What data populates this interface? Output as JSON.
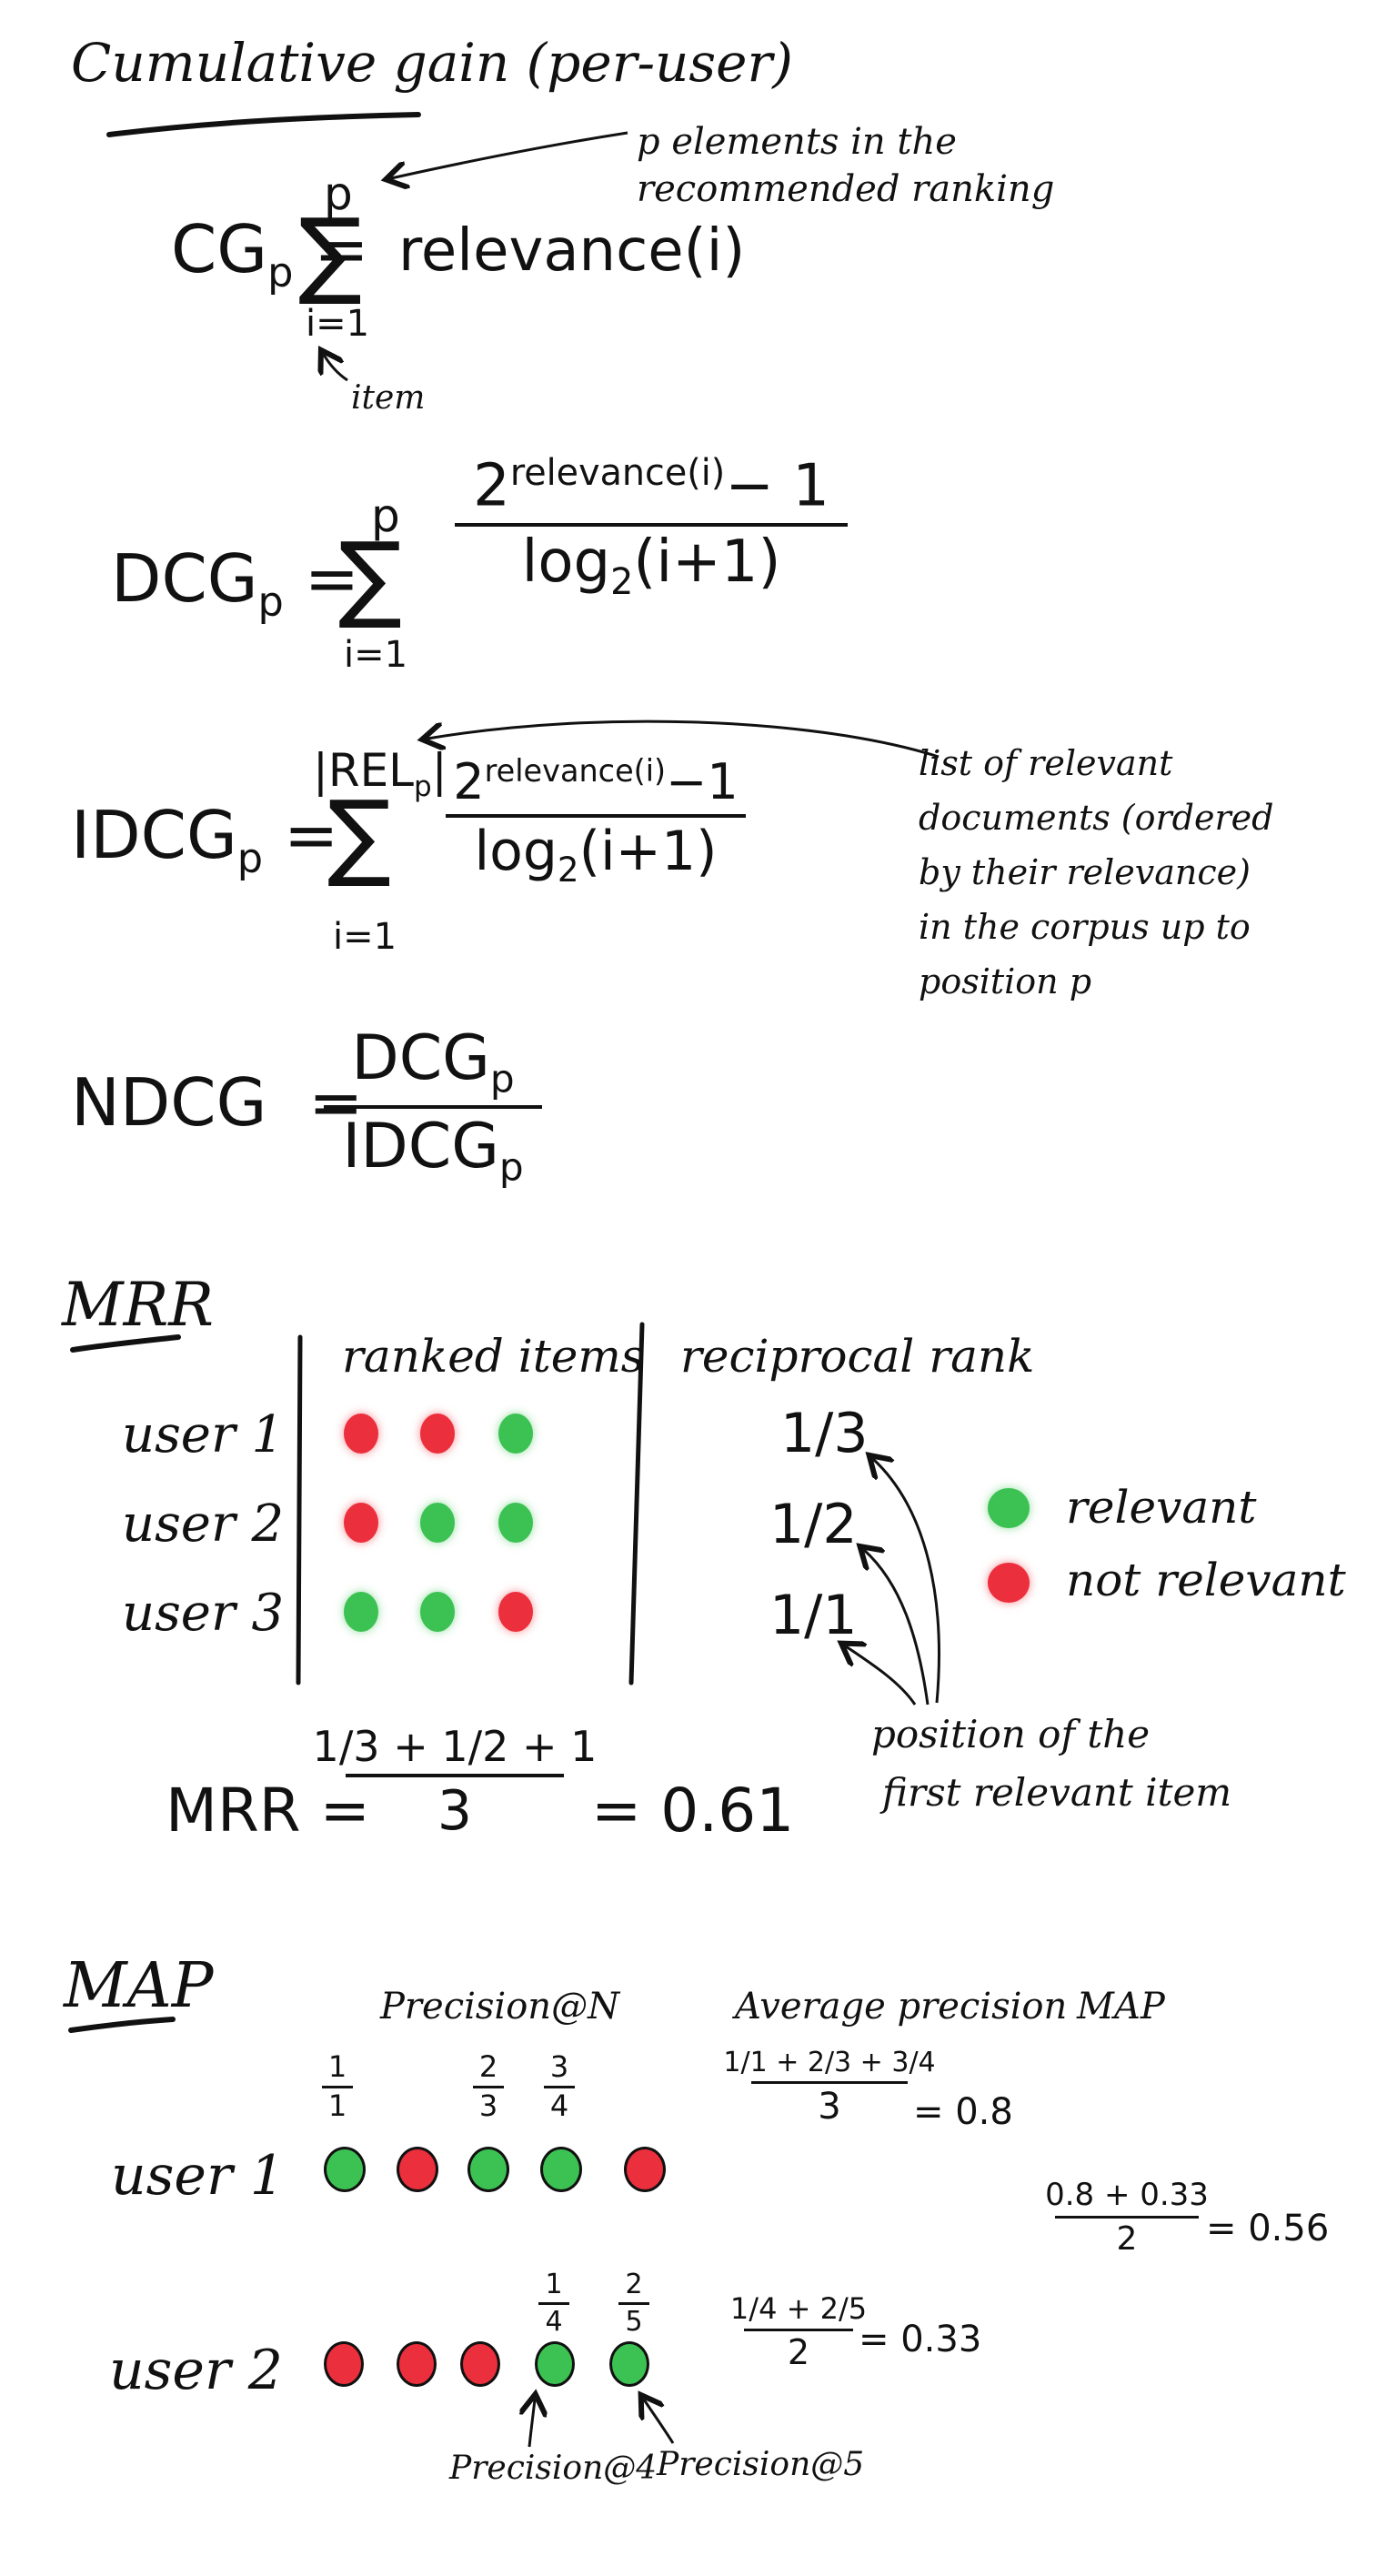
{
  "cg": {
    "title": "Cumulative gain (per-user)",
    "lhs": "CG",
    "lhs_sub": "p",
    "sum_top": "p",
    "sum_bottom": "i=1",
    "term": "relevance(i)",
    "note_p": "p elements in the recommended ranking",
    "note_item": "item"
  },
  "dcg": {
    "lhs": "DCG",
    "lhs_sub": "p",
    "sum_top": "p",
    "sum_bottom": "i=1",
    "num_base": "2",
    "num_exp": "relevance(i)",
    "num_tail": "− 1",
    "den": "log",
    "den_sub": "2",
    "den_tail": "(i+1)"
  },
  "idcg": {
    "lhs": "IDCG",
    "lhs_sub": "p",
    "sum_top": "|REL",
    "sum_top_sub": "p",
    "sum_top_tail": "|",
    "sum_bottom": "i=1",
    "num_base": "2",
    "num_exp": "relevance(i)",
    "num_tail": "−1",
    "den": "log",
    "den_sub": "2",
    "den_tail": "(i+1)",
    "note_lines": [
      "list of relevant",
      "documents (ordered",
      "by their relevance)",
      "in the corpus up to",
      "position p"
    ]
  },
  "ndcg": {
    "lhs": "NDCG",
    "num": "DCG",
    "num_sub": "p",
    "den": "IDCG",
    "den_sub": "p"
  },
  "mrr": {
    "title": "MRR",
    "col_items": "ranked items",
    "col_rank": "reciprocal rank",
    "rows": [
      {
        "user": "user 1",
        "items": [
          "red",
          "red",
          "green"
        ],
        "rr": "1/3"
      },
      {
        "user": "user 2",
        "items": [
          "red",
          "green",
          "green"
        ],
        "rr": "1/2"
      },
      {
        "user": "user 3",
        "items": [
          "green",
          "green",
          "red"
        ],
        "rr": "1/1"
      }
    ],
    "legend": [
      {
        "color": "green",
        "label": "relevant"
      },
      {
        "color": "red",
        "label": "not relevant"
      }
    ],
    "note_lines": [
      "position of the",
      "first relevant item"
    ],
    "formula": {
      "lhs": "MRR",
      "num": "1/3 + 1/2 + 1",
      "den": "3",
      "result": "0.61"
    },
    "colors": {
      "green": "#3cc253",
      "red": "#ec2f3c"
    }
  },
  "map": {
    "title": "MAP",
    "col_precision": "Precision@N",
    "col_avg": "Average precision",
    "col_map": "MAP",
    "user1": {
      "label": "user 1",
      "items": [
        "green",
        "red",
        "green",
        "green",
        "red"
      ],
      "precisions": [
        {
          "num": "1",
          "den": "1"
        },
        {
          "num": "2",
          "den": "3"
        },
        {
          "num": "3",
          "den": "4"
        }
      ],
      "ap_num": "1/1 + 2/3 + 3/4",
      "ap_den": "3",
      "ap_result": "0.8"
    },
    "user2": {
      "label": "user 2",
      "items": [
        "red",
        "red",
        "red",
        "green",
        "green"
      ],
      "precisions": [
        {
          "num": "1",
          "den": "4"
        },
        {
          "num": "2",
          "den": "5"
        }
      ],
      "ap_num": "1/4 + 2/5",
      "ap_den": "2",
      "ap_result": "0.33"
    },
    "map_num": "0.8 + 0.33",
    "map_den": "2",
    "map_result": "0.56",
    "note_p4": "Precision@4",
    "note_p5": "Precision@5"
  }
}
